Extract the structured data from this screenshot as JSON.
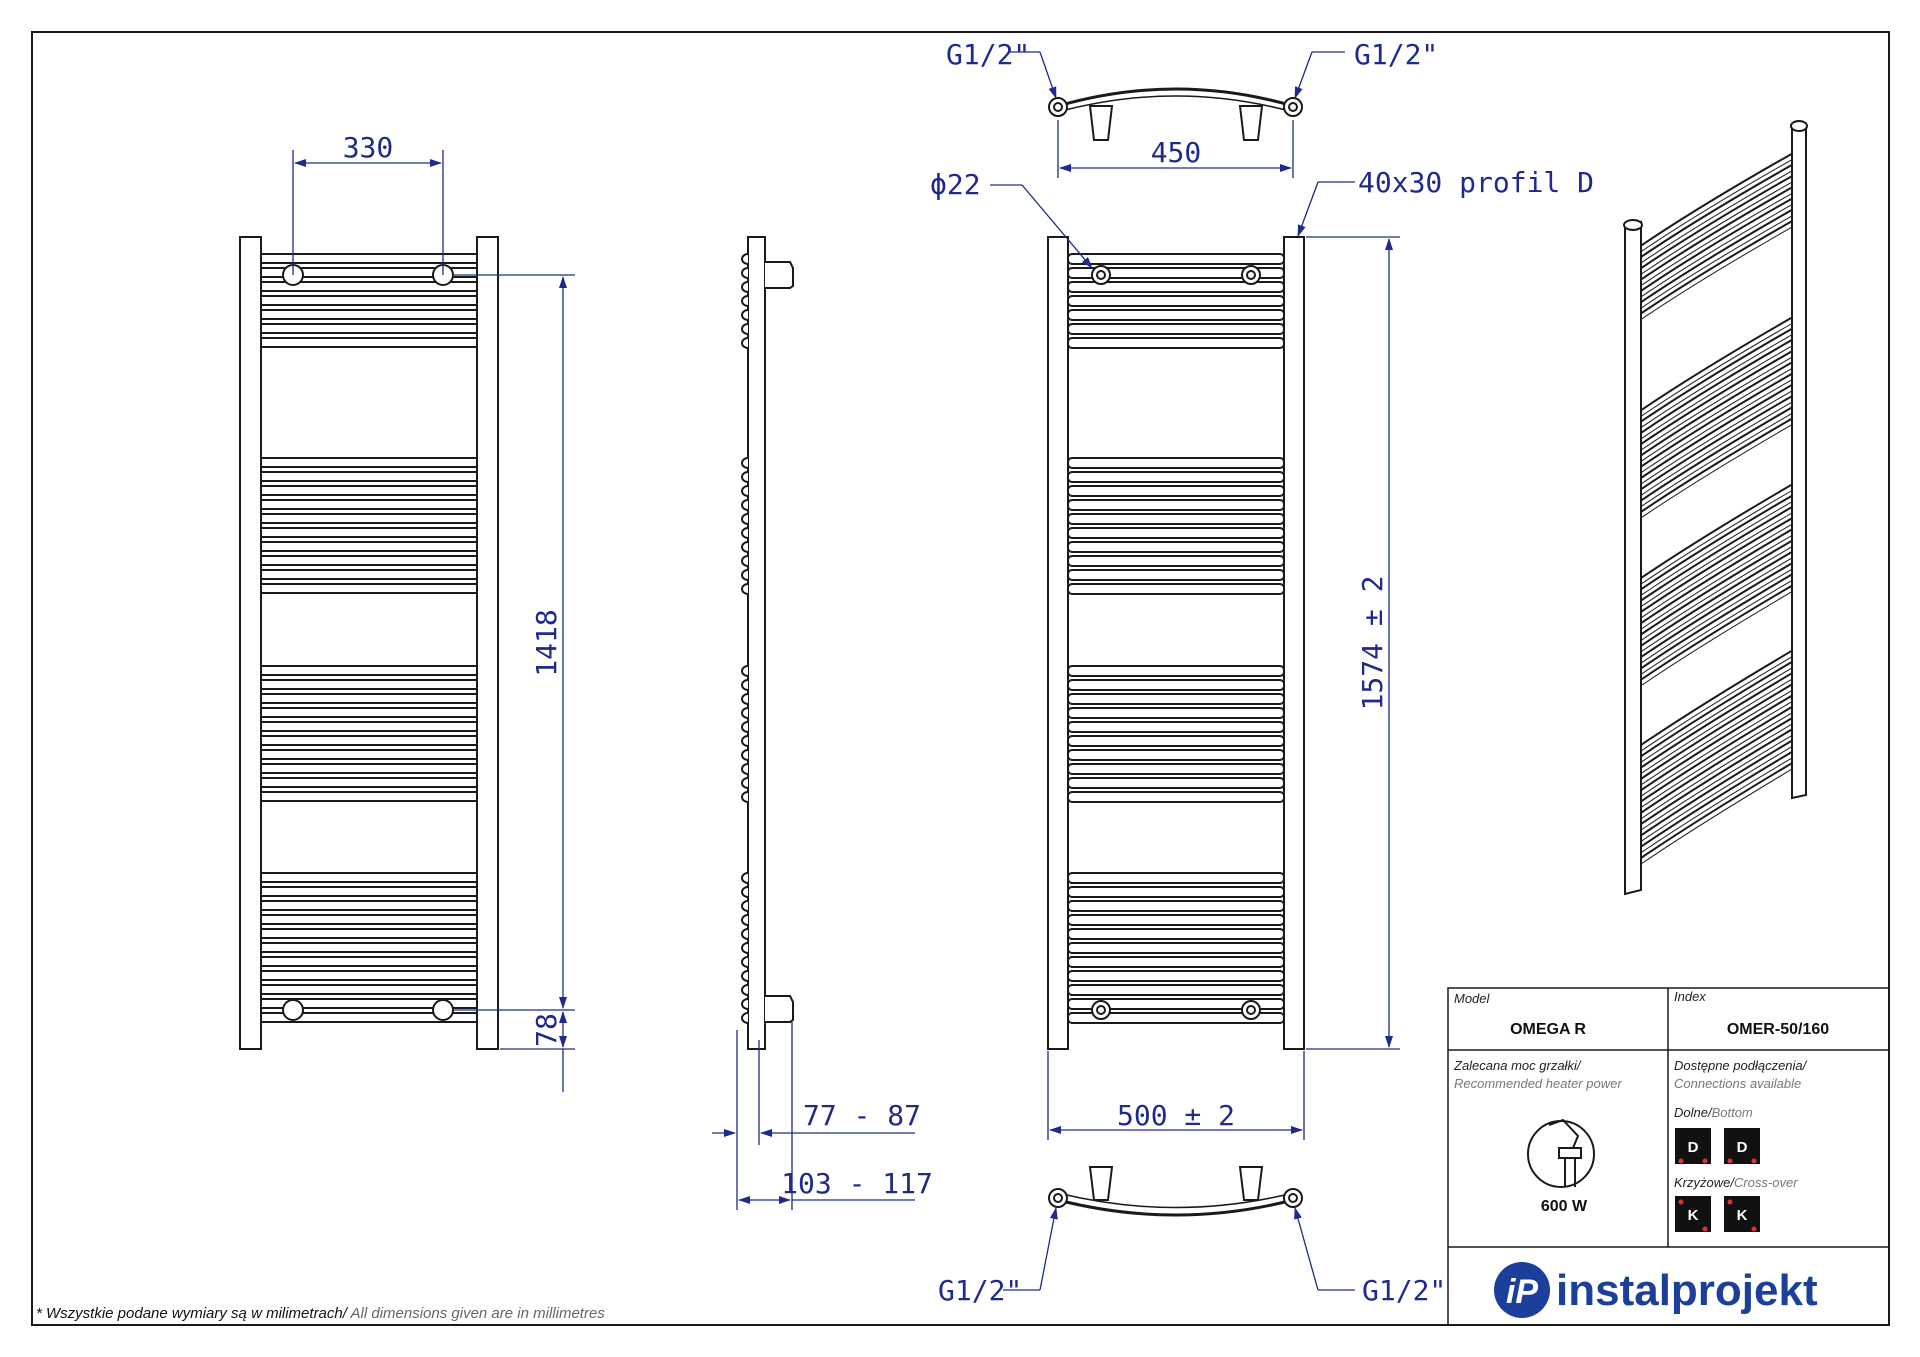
{
  "dimensions": {
    "front_spacing": "330",
    "front_height": "1418",
    "front_bottom": "78",
    "side_depth_a": "77 - 87",
    "side_depth_b": "103 - 117",
    "top_width": "450",
    "diameter": "ϕ22",
    "profile": "40x30 profil D",
    "overall_height": "1574 ± 2",
    "overall_width": "500 ± 2",
    "thread_top_left": "G1/2\"",
    "thread_top_right": "G1/2\"",
    "thread_bottom_left": "G1/2\"",
    "thread_bottom_right": "G1/2\""
  },
  "title_block": {
    "model_label": "Model",
    "model_value": "OMEGA R",
    "index_label": "Index",
    "index_value": "OMER-50/160",
    "heater_label_pl": "Zalecana moc grzałki/",
    "heater_label_en": "Recommended heater power",
    "heater_value": "600 W",
    "connections_label_pl": "Dostępne podłączenia/",
    "connections_label_en": "Connections available",
    "bottom_pl": "Dolne/",
    "bottom_en": "Bottom",
    "bottom_badges": [
      "D",
      "D"
    ],
    "cross_pl": "Krzyżowe/",
    "cross_en": "Cross-over",
    "cross_badges": [
      "K",
      "K"
    ],
    "brand": "instalprojekt",
    "logo_letters": "iP"
  },
  "footnote": {
    "pl": "* Wszystkie podane wymiary są w milimetrach/",
    "en": " All dimensions given are in millimetres"
  },
  "colors": {
    "dimension": "#1e2a8c",
    "outline": "#1a1a1a",
    "brand": "#1b3f9a"
  },
  "icons": [
    "heater-element-icon",
    "instalprojekt-logo-icon"
  ]
}
